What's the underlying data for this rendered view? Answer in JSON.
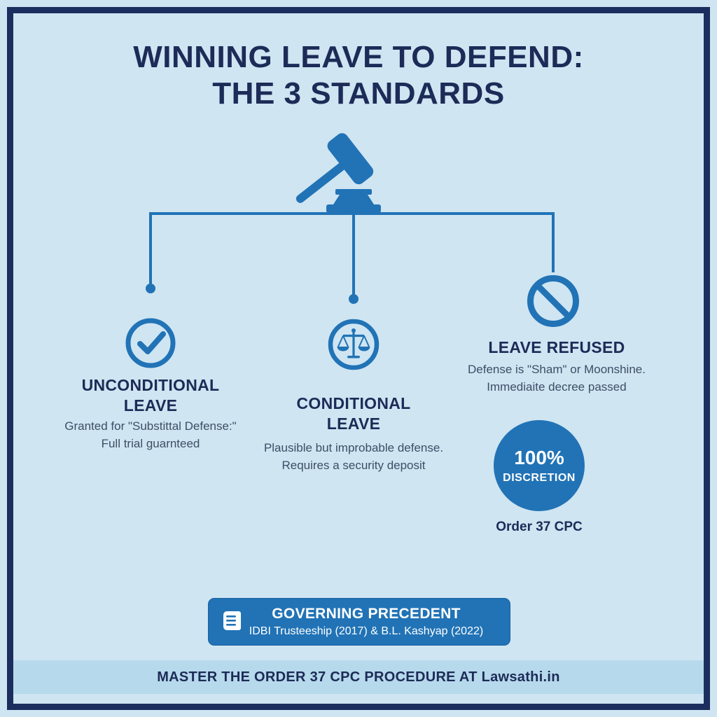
{
  "title": {
    "line1": "WINNING LEAVE TO DEFEND:",
    "line2": "THE 3 STANDARDS"
  },
  "columns": [
    {
      "icon": "check-circle-icon",
      "heading": "UNCONDITIONAL\nLEAVE",
      "body": "Granted for \"Substittal Defense:\"\nFull trial guarnteed"
    },
    {
      "icon": "scales-icon",
      "heading": "CONDITIONAL\nLEAVE",
      "body": "Plausible but improbable defense.\nRequires a security deposit"
    },
    {
      "icon": "prohibition-icon",
      "heading": "LEAVE REFUSED",
      "body": "Defense is \"Sham\" or Moonshine.\nImmediaite decree passed"
    }
  ],
  "badge": {
    "percent": "100%",
    "label": "DISCRETION",
    "caption": "Order 37 CPC"
  },
  "banner": {
    "icon": "book-icon",
    "title": "GOVERNING PRECEDENT",
    "subtitle": "IDBI Trusteeship (2017) & B.L. Kashyap (2022)"
  },
  "footer": {
    "text": "MASTER THE ORDER 37 CPC PROCEDURE AT Lawsathi.in"
  },
  "colors": {
    "background": "#cfe5f2",
    "border_navy": "#1c2e5e",
    "accent_blue": "#2173b6",
    "heading_navy": "#1c2b57",
    "body_text": "#3d4e66",
    "footer_bg": "#b7d9ec",
    "banner_text": "#ffffff"
  }
}
